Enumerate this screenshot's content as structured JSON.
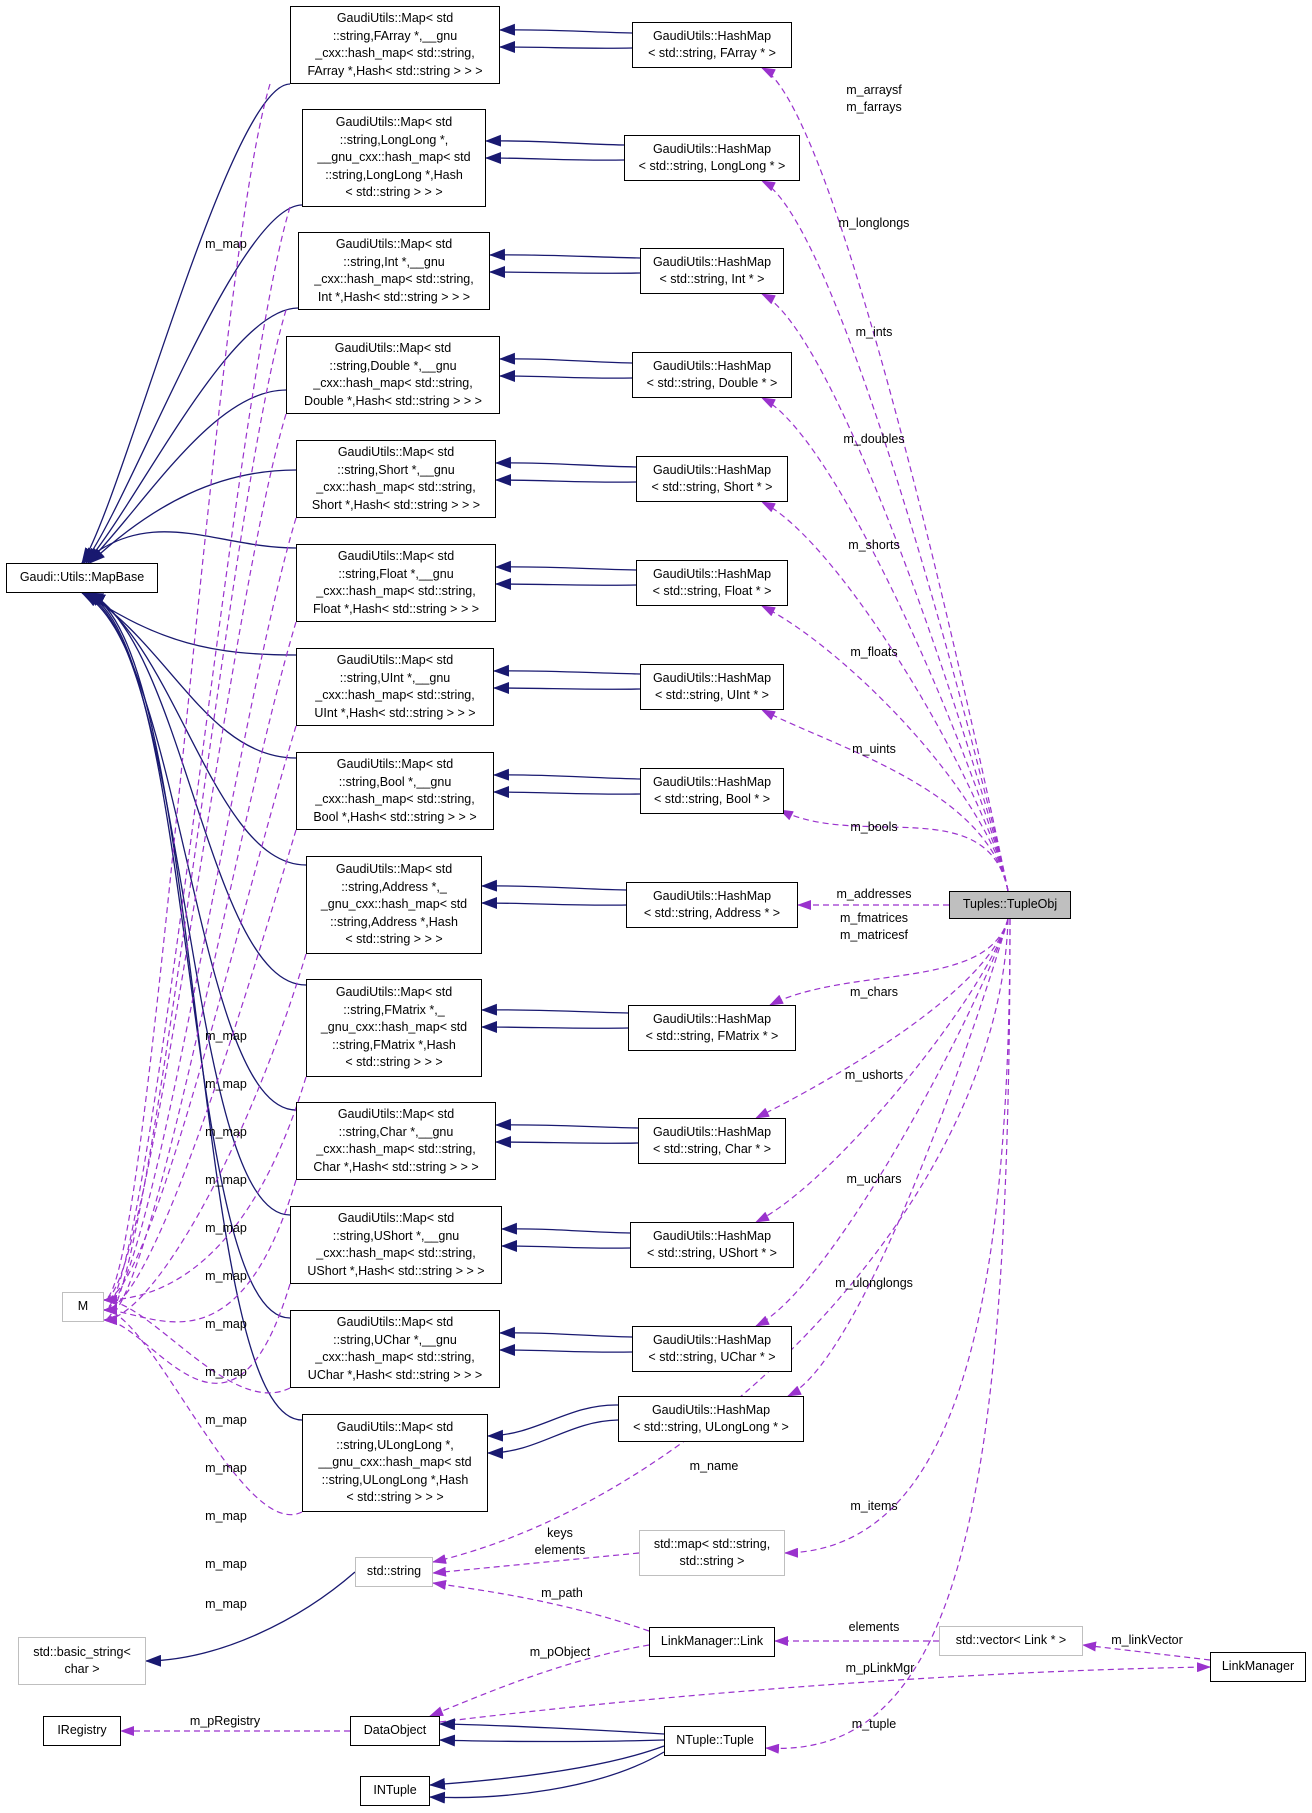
{
  "nodes": {
    "mapbase": "Gaudi::Utils::MapBase",
    "m": "M",
    "std_string": "std::string",
    "basic_string": "std::basic_string<\nchar >",
    "iregistry": "IRegistry",
    "dataobject": "DataObject",
    "intuple": "INTuple",
    "tupleobj": "Tuples::TupleObj",
    "link": "LinkManager::Link",
    "vector_link": "std::vector< Link * >",
    "linkmanager": "LinkManager",
    "ntuple": "NTuple::Tuple",
    "std_map": "std::map< std::string,\nstd::string >",
    "map_farray": "GaudiUtils::Map< std\n::string,FArray *,__gnu\n_cxx::hash_map< std::string,\nFArray *,Hash< std::string > > >",
    "map_longlong": "GaudiUtils::Map< std\n::string,LongLong *,\n__gnu_cxx::hash_map< std\n::string,LongLong *,Hash\n< std::string > > >",
    "map_int": "GaudiUtils::Map< std\n::string,Int *,__gnu\n_cxx::hash_map< std::string,\nInt *,Hash< std::string > > >",
    "map_double": "GaudiUtils::Map< std\n::string,Double *,__gnu\n_cxx::hash_map< std::string,\nDouble *,Hash< std::string > > >",
    "map_short": "GaudiUtils::Map< std\n::string,Short *,__gnu\n_cxx::hash_map< std::string,\nShort *,Hash< std::string > > >",
    "map_float": "GaudiUtils::Map< std\n::string,Float *,__gnu\n_cxx::hash_map< std::string,\nFloat *,Hash< std::string > > >",
    "map_uint": "GaudiUtils::Map< std\n::string,UInt *,__gnu\n_cxx::hash_map< std::string,\nUInt *,Hash< std::string > > >",
    "map_bool": "GaudiUtils::Map< std\n::string,Bool *,__gnu\n_cxx::hash_map< std::string,\nBool *,Hash< std::string > > >",
    "map_address": "GaudiUtils::Map< std\n::string,Address *,_\n_gnu_cxx::hash_map< std\n::string,Address *,Hash\n< std::string > > >",
    "map_fmatrix": "GaudiUtils::Map< std\n::string,FMatrix *,_\n_gnu_cxx::hash_map< std\n::string,FMatrix *,Hash\n< std::string > > >",
    "map_char": "GaudiUtils::Map< std\n::string,Char *,__gnu\n_cxx::hash_map< std::string,\nChar *,Hash< std::string > > >",
    "map_ushort": "GaudiUtils::Map< std\n::string,UShort *,__gnu\n_cxx::hash_map< std::string,\nUShort *,Hash< std::string > > >",
    "map_uchar": "GaudiUtils::Map< std\n::string,UChar *,__gnu\n_cxx::hash_map< std::string,\nUChar *,Hash< std::string > > >",
    "map_ulonglong": "GaudiUtils::Map< std\n::string,ULongLong *,\n__gnu_cxx::hash_map< std\n::string,ULongLong *,Hash\n< std::string > > >",
    "hm_farray": "GaudiUtils::HashMap\n< std::string, FArray * >",
    "hm_longlong": "GaudiUtils::HashMap\n< std::string, LongLong * >",
    "hm_int": "GaudiUtils::HashMap\n< std::string, Int * >",
    "hm_double": "GaudiUtils::HashMap\n< std::string, Double * >",
    "hm_short": "GaudiUtils::HashMap\n< std::string, Short * >",
    "hm_float": "GaudiUtils::HashMap\n< std::string, Float * >",
    "hm_uint": "GaudiUtils::HashMap\n< std::string, UInt * >",
    "hm_bool": "GaudiUtils::HashMap\n< std::string, Bool * >",
    "hm_address": "GaudiUtils::HashMap\n< std::string, Address * >",
    "hm_fmatrix": "GaudiUtils::HashMap\n< std::string, FMatrix * >",
    "hm_char": "GaudiUtils::HashMap\n< std::string, Char * >",
    "hm_ushort": "GaudiUtils::HashMap\n< std::string, UShort * >",
    "hm_uchar": "GaudiUtils::HashMap\n< std::string, UChar * >",
    "hm_ulonglong": "GaudiUtils::HashMap\n< std::string, ULongLong * >"
  },
  "edge_labels": {
    "m_arrays": "m_arraysf\nm_farrays",
    "m_longlongs": "m_longlongs",
    "m_ints": "m_ints",
    "m_doubles": "m_doubles",
    "m_shorts": "m_shorts",
    "m_floats": "m_floats",
    "m_uints": "m_uints",
    "m_bools": "m_bools",
    "m_addresses": "m_addresses",
    "m_matrices": "m_fmatrices\nm_matricesf",
    "m_chars": "m_chars",
    "m_ushorts": "m_ushorts",
    "m_uchars": "m_uchars",
    "m_ulonglongs": "m_ulonglongs",
    "m_name": "m_name",
    "m_items": "m_items",
    "keys_elements": "keys\nelements",
    "m_path": "m_path",
    "elements": "elements",
    "m_linkVector": "m_linkVector",
    "m_pObject": "m_pObject",
    "m_pLinkMgr": "m_pLinkMgr",
    "m_pRegistry": "m_pRegistry",
    "m_tuple": "m_tuple",
    "m_map": "m_map"
  },
  "colors": {
    "inheritance": "#191970",
    "usage": "#9a32cd",
    "focus_fill": "#bfbfbf",
    "external_border": "#bfbfbf"
  }
}
